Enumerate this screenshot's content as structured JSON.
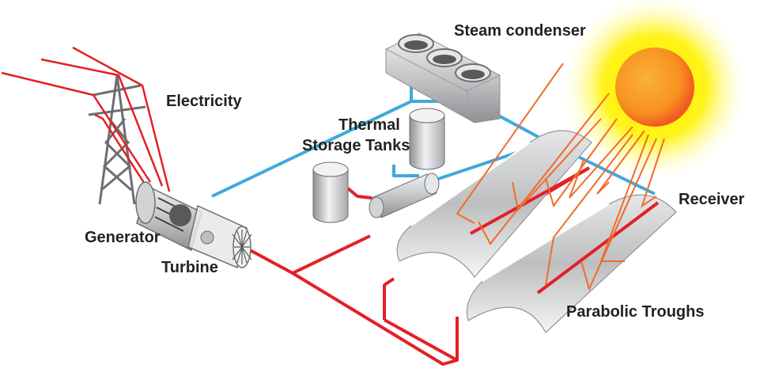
{
  "labels": {
    "steam_condenser": "Steam condenser",
    "electricity": "Electricity",
    "thermal_line1": "Thermal",
    "thermal_line2": "Storage Tanks",
    "receiver": "Receiver",
    "generator": "Generator",
    "turbine": "Turbine",
    "parabolic_troughs": "Parabolic Troughs"
  },
  "colors": {
    "hot_pipe": "#e41f26",
    "cold_pipe": "#3fa9dc",
    "sun_ray": "#f26b2a",
    "sun_core": "#f7931e",
    "sun_glow": "#fff200",
    "metal": "#c9cacc"
  },
  "icons": [
    "sun-icon",
    "transmission-tower-icon",
    "generator-icon",
    "turbine-icon",
    "storage-tank-icon",
    "steam-condenser-icon",
    "parabolic-trough-icon"
  ]
}
